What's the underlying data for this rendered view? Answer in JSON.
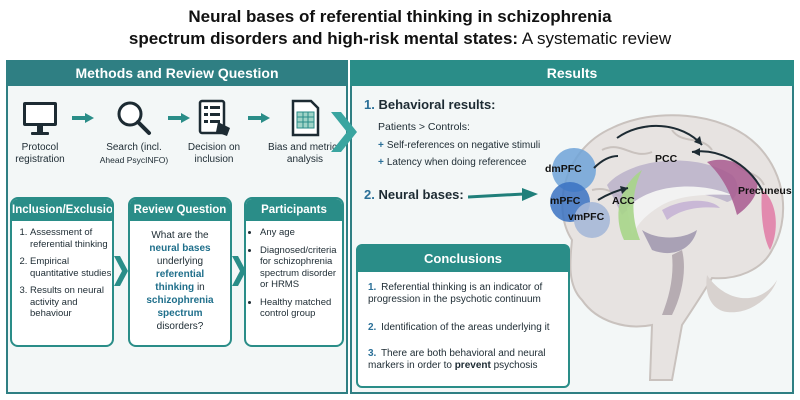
{
  "title": {
    "line1": "Neural bases of referential thinking in schizophrenia",
    "line2_bold": "spectrum disorders and high-risk mental states:",
    "line2_normal": " A systematic review"
  },
  "methods": {
    "header": "Methods and Review Question",
    "steps": [
      {
        "label": "Protocol registration",
        "icon": "monitor-icon"
      },
      {
        "label": "Search (incl.",
        "sublabel": "Ahead PsycINFO)",
        "icon": "magnifier-icon"
      },
      {
        "label": "Decision on inclusion",
        "icon": "checklist-hand-icon"
      },
      {
        "label": "Bias and metrics analysis",
        "icon": "spreadsheet-icon"
      }
    ],
    "inclusion": {
      "header": "Inclusion/Exclusion",
      "items": [
        "Assessment of referential thinking",
        "Empirical quantitative studies",
        "Results on neural activity and behaviour"
      ]
    },
    "review_question": {
      "header": "Review Question",
      "t1": "What are the",
      "t2": "neural bases",
      "t3": "underlying",
      "t4": "referential thinking",
      "t5": "in",
      "t6": "schizophrenia spectrum",
      "t7": "disorders?"
    },
    "participants": {
      "header": "Participants",
      "items": [
        "Any age",
        "Diagnosed/criteria for schizophrenia spectrum disorder or HRMS",
        "Healthy matched control group"
      ]
    }
  },
  "results": {
    "header": "Results",
    "behavioral": {
      "num": "1.",
      "title": "Behavioral results:",
      "compare": "Patients > Controls:",
      "items": [
        "Self-references on negative stimuli",
        "Latency when doing referencee"
      ]
    },
    "neural": {
      "num": "2.",
      "title": "Neural bases:"
    },
    "brain_labels": {
      "pcc": "PCC",
      "dmpfc": "dmPFC",
      "mpfc": "mPFC",
      "acc": "ACC",
      "vmpfc": "vmPFC",
      "precuneus": "Precuneus"
    }
  },
  "conclusions": {
    "header": "Conclusions",
    "items": [
      {
        "num": "1.",
        "text": "Referential thinking is an indicator of progression in the psychotic continuum"
      },
      {
        "num": "2.",
        "text": "Identification of the areas underlying it"
      },
      {
        "num": "3.",
        "text_a": "There are both behavioral and neural markers in order to ",
        "text_b": "prevent",
        "text_c": " psychosis"
      }
    ]
  },
  "colors": {
    "teal": "#2a8d88",
    "dark_teal": "#2f7f83",
    "blue": "#2a6f97"
  }
}
